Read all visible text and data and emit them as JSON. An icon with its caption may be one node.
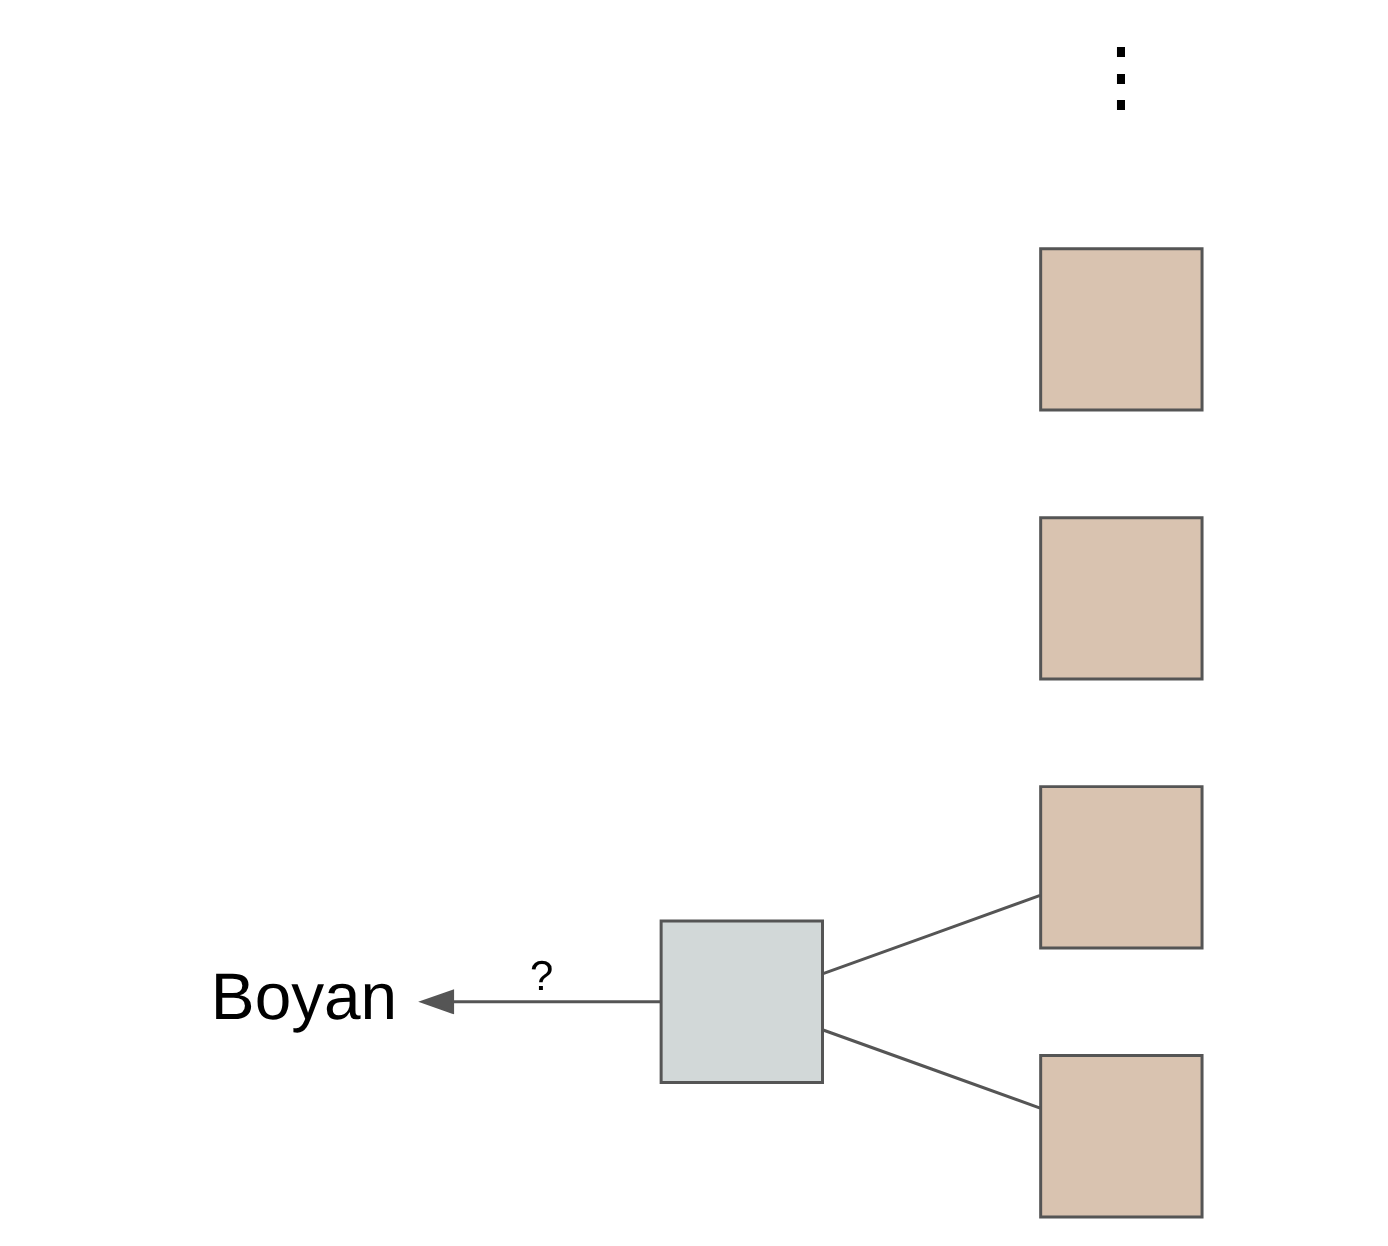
{
  "diagram": {
    "nodes": [
      {
        "text": [
          "Boyan"
        ]
      },
      {
        "text": [],
        "shape": "box"
      },
      {
        "text": [],
        "shape": "box"
      },
      {
        "text": [],
        "shape": "box"
      },
      {
        "text": [],
        "shape": "box"
      },
      {
        "text": [],
        "shape": "box"
      }
    ],
    "edges": [
      {
        "from": 1,
        "to": 0,
        "arrow": "to",
        "label": "?"
      },
      {
        "from": 1,
        "to": 2,
        "arrow": "none"
      },
      {
        "from": 1,
        "to": 5,
        "arrow": "none"
      }
    ],
    "labels": [
      "⋮"
    ]
  }
}
